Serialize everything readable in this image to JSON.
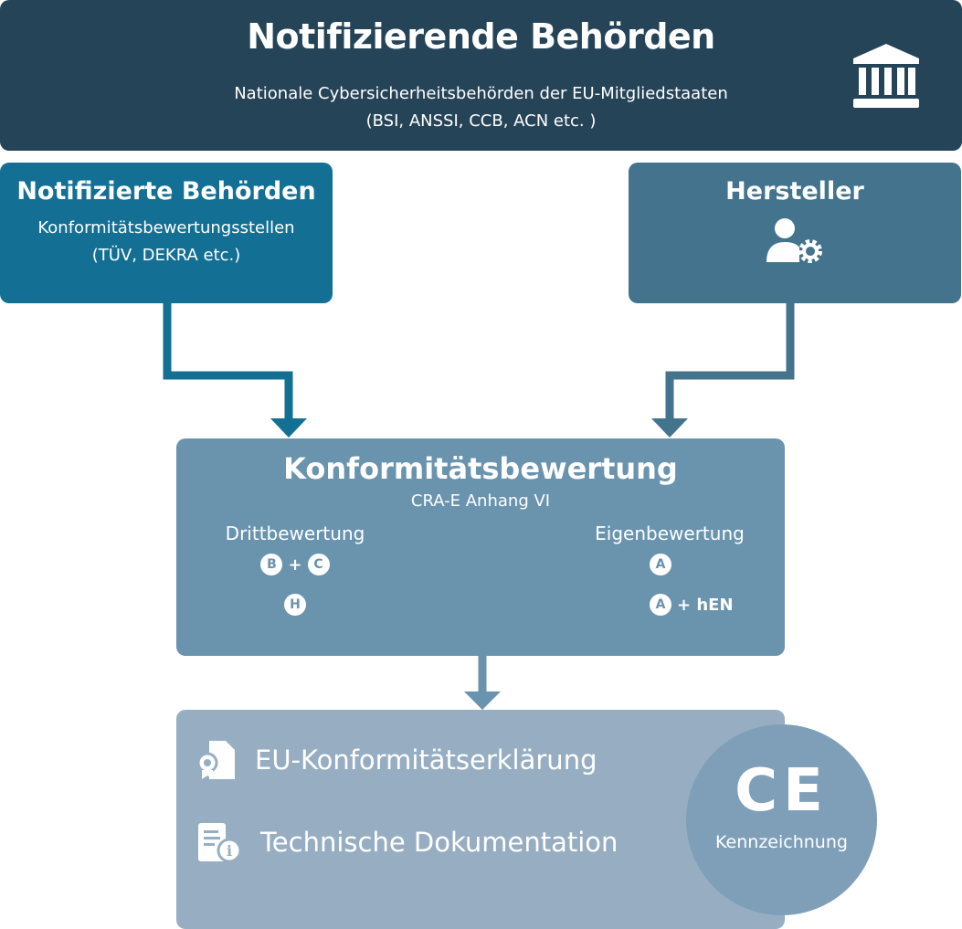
{
  "top": {
    "title": "Notifizierende Behörden",
    "line1": "Nationale Cybersicherheitsbehörden der EU-Mitgliedstaaten",
    "line2": "(BSI, ANSSI, CCB, ACN etc. )"
  },
  "left": {
    "title": "Notifizierte Behörden",
    "line1": "Konformitätsbewertungsstellen",
    "line2": "(TÜV, DEKRA etc.)"
  },
  "right": {
    "title": "Hersteller"
  },
  "mid": {
    "title": "Konformitätsbewertung",
    "subtitle": "CRA-E Anhang VI",
    "third": {
      "label": "Drittbewertung",
      "m1": "B",
      "plus": "+",
      "m2": "C",
      "m3": "H"
    },
    "self": {
      "label": "Eigenbewertung",
      "m1": "A",
      "m2": "A",
      "suffix": "+ hEN"
    }
  },
  "bottom": {
    "doc1": "EU-Konformitätserklärung",
    "doc2": "Technische Dokumentation",
    "ce_logo": "CE",
    "ce_label": "Kennzeichnung"
  },
  "colors": {
    "top": "#264458",
    "left": "#136f93",
    "right": "#43738d",
    "mid": "#6a93ae",
    "bottom": "#97aec2"
  }
}
